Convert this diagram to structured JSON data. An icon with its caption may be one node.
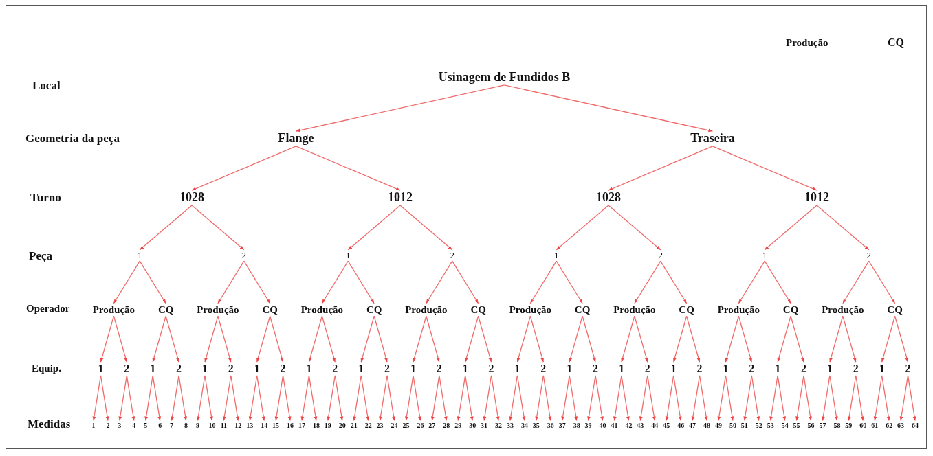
{
  "diagram": {
    "nodes": [
      {
        "text": [
          "Usinagem de Fundidos B"
        ]
      },
      {
        "text": [
          "Flange"
        ]
      },
      {
        "text": [
          "Traseira"
        ]
      },
      {
        "text": [
          "1028"
        ]
      },
      {
        "text": [
          "1012"
        ]
      },
      {
        "text": [
          "1028"
        ]
      },
      {
        "text": [
          "1012"
        ]
      },
      {
        "text": [
          "1"
        ]
      },
      {
        "text": [
          "2"
        ]
      },
      {
        "text": [
          "1"
        ]
      },
      {
        "text": [
          "2"
        ]
      },
      {
        "text": [
          "1"
        ]
      },
      {
        "text": [
          "2"
        ]
      },
      {
        "text": [
          "1"
        ]
      },
      {
        "text": [
          "2"
        ]
      },
      {
        "text": [
          "Produção"
        ]
      },
      {
        "text": [
          "CQ"
        ]
      },
      {
        "text": [
          "Produção"
        ]
      },
      {
        "text": [
          "CQ"
        ]
      },
      {
        "text": [
          "Produção"
        ]
      },
      {
        "text": [
          "CQ"
        ]
      },
      {
        "text": [
          "Produção"
        ]
      },
      {
        "text": [
          "CQ"
        ]
      },
      {
        "text": [
          "Produção"
        ]
      },
      {
        "text": [
          "CQ"
        ]
      },
      {
        "text": [
          "Produção"
        ]
      },
      {
        "text": [
          "CQ"
        ]
      },
      {
        "text": [
          "Produção"
        ]
      },
      {
        "text": [
          "CQ"
        ]
      },
      {
        "text": [
          "Produção"
        ]
      },
      {
        "text": [
          "CQ"
        ]
      },
      {
        "text": [
          "1"
        ]
      },
      {
        "text": [
          "2"
        ]
      },
      {
        "text": [
          "1"
        ]
      },
      {
        "text": [
          "2"
        ]
      },
      {
        "text": [
          "1"
        ]
      },
      {
        "text": [
          "2"
        ]
      },
      {
        "text": [
          "1"
        ]
      },
      {
        "text": [
          "2"
        ]
      },
      {
        "text": [
          "1"
        ]
      },
      {
        "text": [
          "2"
        ]
      },
      {
        "text": [
          "1"
        ]
      },
      {
        "text": [
          "2"
        ]
      },
      {
        "text": [
          "1"
        ]
      },
      {
        "text": [
          "2"
        ]
      },
      {
        "text": [
          "1"
        ]
      },
      {
        "text": [
          "2"
        ]
      },
      {
        "text": [
          "1"
        ]
      },
      {
        "text": [
          "2"
        ]
      },
      {
        "text": [
          "1"
        ]
      },
      {
        "text": [
          "2"
        ]
      },
      {
        "text": [
          "1"
        ]
      },
      {
        "text": [
          "2"
        ]
      },
      {
        "text": [
          "1"
        ]
      },
      {
        "text": [
          "2"
        ]
      },
      {
        "text": [
          "1"
        ]
      },
      {
        "text": [
          "2"
        ]
      },
      {
        "text": [
          "1"
        ]
      },
      {
        "text": [
          "2"
        ]
      },
      {
        "text": [
          "1"
        ]
      },
      {
        "text": [
          "2"
        ]
      },
      {
        "text": [
          "1"
        ]
      },
      {
        "text": [
          "2"
        ]
      },
      {
        "text": [
          "1"
        ]
      },
      {
        "text": [
          "2"
        ]
      },
      {
        "text": [
          "3"
        ]
      },
      {
        "text": [
          "4"
        ]
      },
      {
        "text": [
          "5"
        ]
      },
      {
        "text": [
          "6"
        ]
      },
      {
        "text": [
          "7"
        ]
      },
      {
        "text": [
          "8"
        ]
      },
      {
        "text": [
          "9"
        ]
      },
      {
        "text": [
          "10"
        ]
      },
      {
        "text": [
          "11"
        ]
      },
      {
        "text": [
          "12"
        ]
      },
      {
        "text": [
          "13"
        ]
      },
      {
        "text": [
          "14"
        ]
      },
      {
        "text": [
          "15"
        ]
      },
      {
        "text": [
          "16"
        ]
      },
      {
        "text": [
          "17"
        ]
      },
      {
        "text": [
          "18"
        ]
      },
      {
        "text": [
          "19"
        ]
      },
      {
        "text": [
          "20"
        ]
      },
      {
        "text": [
          "21"
        ]
      },
      {
        "text": [
          "22"
        ]
      },
      {
        "text": [
          "23"
        ]
      },
      {
        "text": [
          "24"
        ]
      },
      {
        "text": [
          "25"
        ]
      },
      {
        "text": [
          "26"
        ]
      },
      {
        "text": [
          "27"
        ]
      },
      {
        "text": [
          "28"
        ]
      },
      {
        "text": [
          "29"
        ]
      },
      {
        "text": [
          "30"
        ]
      },
      {
        "text": [
          "31"
        ]
      },
      {
        "text": [
          "32"
        ]
      },
      {
        "text": [
          "33"
        ]
      },
      {
        "text": [
          "34"
        ]
      },
      {
        "text": [
          "35"
        ]
      },
      {
        "text": [
          "36"
        ]
      },
      {
        "text": [
          "37"
        ]
      },
      {
        "text": [
          "38"
        ]
      },
      {
        "text": [
          "39"
        ]
      },
      {
        "text": [
          "40"
        ]
      },
      {
        "text": [
          "41"
        ]
      },
      {
        "text": [
          "42"
        ]
      },
      {
        "text": [
          "43"
        ]
      },
      {
        "text": [
          "44"
        ]
      },
      {
        "text": [
          "45"
        ]
      },
      {
        "text": [
          "46"
        ]
      },
      {
        "text": [
          "47"
        ]
      },
      {
        "text": [
          "48"
        ]
      },
      {
        "text": [
          "49"
        ]
      },
      {
        "text": [
          "50"
        ]
      },
      {
        "text": [
          "51"
        ]
      },
      {
        "text": [
          "52"
        ]
      },
      {
        "text": [
          "53"
        ]
      },
      {
        "text": [
          "54"
        ]
      },
      {
        "text": [
          "55"
        ]
      },
      {
        "text": [
          "56"
        ]
      },
      {
        "text": [
          "57"
        ]
      },
      {
        "text": [
          "58"
        ]
      },
      {
        "text": [
          "59"
        ]
      },
      {
        "text": [
          "60"
        ]
      },
      {
        "text": [
          "61"
        ]
      },
      {
        "text": [
          "62"
        ]
      },
      {
        "text": [
          "63"
        ]
      },
      {
        "text": [
          "64"
        ]
      }
    ],
    "edges": [
      {
        "from": 0,
        "to": 1,
        "arrow": "to"
      },
      {
        "from": 0,
        "to": 2,
        "arrow": "to"
      },
      {
        "from": 1,
        "to": 3,
        "arrow": "to"
      },
      {
        "from": 1,
        "to": 4,
        "arrow": "to"
      },
      {
        "from": 2,
        "to": 5,
        "arrow": "to"
      },
      {
        "from": 2,
        "to": 6,
        "arrow": "to"
      },
      {
        "from": 3,
        "to": 7,
        "arrow": "to"
      },
      {
        "from": 3,
        "to": 8,
        "arrow": "to"
      },
      {
        "from": 4,
        "to": 9,
        "arrow": "to"
      },
      {
        "from": 4,
        "to": 10,
        "arrow": "to"
      },
      {
        "from": 5,
        "to": 11,
        "arrow": "to"
      },
      {
        "from": 5,
        "to": 12,
        "arrow": "to"
      },
      {
        "from": 6,
        "to": 13,
        "arrow": "to"
      },
      {
        "from": 6,
        "to": 14,
        "arrow": "to"
      },
      {
        "from": 7,
        "to": 15,
        "arrow": "to"
      },
      {
        "from": 7,
        "to": 16,
        "arrow": "to"
      },
      {
        "from": 8,
        "to": 17,
        "arrow": "to"
      },
      {
        "from": 8,
        "to": 18,
        "arrow": "to"
      },
      {
        "from": 9,
        "to": 19,
        "arrow": "to"
      },
      {
        "from": 9,
        "to": 20,
        "arrow": "to"
      },
      {
        "from": 10,
        "to": 21,
        "arrow": "to"
      },
      {
        "from": 10,
        "to": 22,
        "arrow": "to"
      },
      {
        "from": 11,
        "to": 23,
        "arrow": "to"
      },
      {
        "from": 11,
        "to": 24,
        "arrow": "to"
      },
      {
        "from": 12,
        "to": 25,
        "arrow": "to"
      },
      {
        "from": 12,
        "to": 26,
        "arrow": "to"
      },
      {
        "from": 13,
        "to": 27,
        "arrow": "to"
      },
      {
        "from": 13,
        "to": 28,
        "arrow": "to"
      },
      {
        "from": 14,
        "to": 29,
        "arrow": "to"
      },
      {
        "from": 14,
        "to": 30,
        "arrow": "to"
      },
      {
        "from": 15,
        "to": 31,
        "arrow": "to"
      },
      {
        "from": 15,
        "to": 32,
        "arrow": "to"
      },
      {
        "from": 16,
        "to": 33,
        "arrow": "to"
      },
      {
        "from": 16,
        "to": 34,
        "arrow": "to"
      },
      {
        "from": 17,
        "to": 35,
        "arrow": "to"
      },
      {
        "from": 17,
        "to": 36,
        "arrow": "to"
      },
      {
        "from": 18,
        "to": 37,
        "arrow": "to"
      },
      {
        "from": 18,
        "to": 38,
        "arrow": "to"
      },
      {
        "from": 19,
        "to": 39,
        "arrow": "to"
      },
      {
        "from": 19,
        "to": 40,
        "arrow": "to"
      },
      {
        "from": 20,
        "to": 41,
        "arrow": "to"
      },
      {
        "from": 20,
        "to": 42,
        "arrow": "to"
      },
      {
        "from": 21,
        "to": 43,
        "arrow": "to"
      },
      {
        "from": 21,
        "to": 44,
        "arrow": "to"
      },
      {
        "from": 22,
        "to": 45,
        "arrow": "to"
      },
      {
        "from": 22,
        "to": 46,
        "arrow": "to"
      },
      {
        "from": 23,
        "to": 47,
        "arrow": "to"
      },
      {
        "from": 23,
        "to": 48,
        "arrow": "to"
      },
      {
        "from": 24,
        "to": 49,
        "arrow": "to"
      },
      {
        "from": 24,
        "to": 50,
        "arrow": "to"
      },
      {
        "from": 25,
        "to": 51,
        "arrow": "to"
      },
      {
        "from": 25,
        "to": 52,
        "arrow": "to"
      },
      {
        "from": 26,
        "to": 53,
        "arrow": "to"
      },
      {
        "from": 26,
        "to": 54,
        "arrow": "to"
      },
      {
        "from": 27,
        "to": 55,
        "arrow": "to"
      },
      {
        "from": 27,
        "to": 56,
        "arrow": "to"
      },
      {
        "from": 28,
        "to": 57,
        "arrow": "to"
      },
      {
        "from": 28,
        "to": 58,
        "arrow": "to"
      },
      {
        "from": 29,
        "to": 59,
        "arrow": "to"
      },
      {
        "from": 29,
        "to": 60,
        "arrow": "to"
      },
      {
        "from": 30,
        "to": 61,
        "arrow": "to"
      },
      {
        "from": 30,
        "to": 62,
        "arrow": "to"
      },
      {
        "from": 31,
        "to": 63,
        "arrow": "to"
      },
      {
        "from": 31,
        "to": 64,
        "arrow": "to"
      },
      {
        "from": 32,
        "to": 65,
        "arrow": "to"
      },
      {
        "from": 32,
        "to": 66,
        "arrow": "to"
      },
      {
        "from": 33,
        "to": 67,
        "arrow": "to"
      },
      {
        "from": 33,
        "to": 68,
        "arrow": "to"
      },
      {
        "from": 34,
        "to": 69,
        "arrow": "to"
      },
      {
        "from": 34,
        "to": 70,
        "arrow": "to"
      },
      {
        "from": 35,
        "to": 71,
        "arrow": "to"
      },
      {
        "from": 35,
        "to": 72,
        "arrow": "to"
      },
      {
        "from": 36,
        "to": 73,
        "arrow": "to"
      },
      {
        "from": 36,
        "to": 74,
        "arrow": "to"
      },
      {
        "from": 37,
        "to": 75,
        "arrow": "to"
      },
      {
        "from": 37,
        "to": 76,
        "arrow": "to"
      },
      {
        "from": 38,
        "to": 77,
        "arrow": "to"
      },
      {
        "from": 38,
        "to": 78,
        "arrow": "to"
      },
      {
        "from": 39,
        "to": 79,
        "arrow": "to"
      },
      {
        "from": 39,
        "to": 80,
        "arrow": "to"
      },
      {
        "from": 40,
        "to": 81,
        "arrow": "to"
      },
      {
        "from": 40,
        "to": 82,
        "arrow": "to"
      },
      {
        "from": 41,
        "to": 83,
        "arrow": "to"
      },
      {
        "from": 41,
        "to": 84,
        "arrow": "to"
      },
      {
        "from": 42,
        "to": 85,
        "arrow": "to"
      },
      {
        "from": 42,
        "to": 86,
        "arrow": "to"
      },
      {
        "from": 43,
        "to": 87,
        "arrow": "to"
      },
      {
        "from": 43,
        "to": 88,
        "arrow": "to"
      },
      {
        "from": 44,
        "to": 89,
        "arrow": "to"
      },
      {
        "from": 44,
        "to": 90,
        "arrow": "to"
      },
      {
        "from": 45,
        "to": 91,
        "arrow": "to"
      },
      {
        "from": 45,
        "to": 92,
        "arrow": "to"
      },
      {
        "from": 46,
        "to": 93,
        "arrow": "to"
      },
      {
        "from": 46,
        "to": 94,
        "arrow": "to"
      },
      {
        "from": 47,
        "to": 95,
        "arrow": "to"
      },
      {
        "from": 47,
        "to": 96,
        "arrow": "to"
      },
      {
        "from": 48,
        "to": 97,
        "arrow": "to"
      },
      {
        "from": 48,
        "to": 98,
        "arrow": "to"
      },
      {
        "from": 49,
        "to": 99,
        "arrow": "to"
      },
      {
        "from": 49,
        "to": 100,
        "arrow": "to"
      },
      {
        "from": 50,
        "to": 101,
        "arrow": "to"
      },
      {
        "from": 50,
        "to": 102,
        "arrow": "to"
      },
      {
        "from": 51,
        "to": 103,
        "arrow": "to"
      },
      {
        "from": 51,
        "to": 104,
        "arrow": "to"
      },
      {
        "from": 52,
        "to": 105,
        "arrow": "to"
      },
      {
        "from": 52,
        "to": 106,
        "arrow": "to"
      },
      {
        "from": 53,
        "to": 107,
        "arrow": "to"
      },
      {
        "from": 53,
        "to": 108,
        "arrow": "to"
      },
      {
        "from": 54,
        "to": 109,
        "arrow": "to"
      },
      {
        "from": 54,
        "to": 110,
        "arrow": "to"
      },
      {
        "from": 55,
        "to": 111,
        "arrow": "to"
      },
      {
        "from": 55,
        "to": 112,
        "arrow": "to"
      },
      {
        "from": 56,
        "to": 113,
        "arrow": "to"
      },
      {
        "from": 56,
        "to": 114,
        "arrow": "to"
      },
      {
        "from": 57,
        "to": 115,
        "arrow": "to"
      },
      {
        "from": 57,
        "to": 116,
        "arrow": "to"
      },
      {
        "from": 58,
        "to": 117,
        "arrow": "to"
      },
      {
        "from": 58,
        "to": 118,
        "arrow": "to"
      },
      {
        "from": 59,
        "to": 119,
        "arrow": "to"
      },
      {
        "from": 59,
        "to": 120,
        "arrow": "to"
      },
      {
        "from": 60,
        "to": 121,
        "arrow": "to"
      },
      {
        "from": 60,
        "to": 122,
        "arrow": "to"
      },
      {
        "from": 61,
        "to": 123,
        "arrow": "to"
      },
      {
        "from": 61,
        "to": 124,
        "arrow": "to"
      },
      {
        "from": 62,
        "to": 125,
        "arrow": "to"
      },
      {
        "from": 62,
        "to": 126,
        "arrow": "to"
      }
    ],
    "labels": [
      "Produção",
      "CQ",
      "Local",
      "Geometria da peça",
      "Turno",
      "Peça",
      "Operador",
      "Equip.",
      "Medidas"
    ]
  }
}
